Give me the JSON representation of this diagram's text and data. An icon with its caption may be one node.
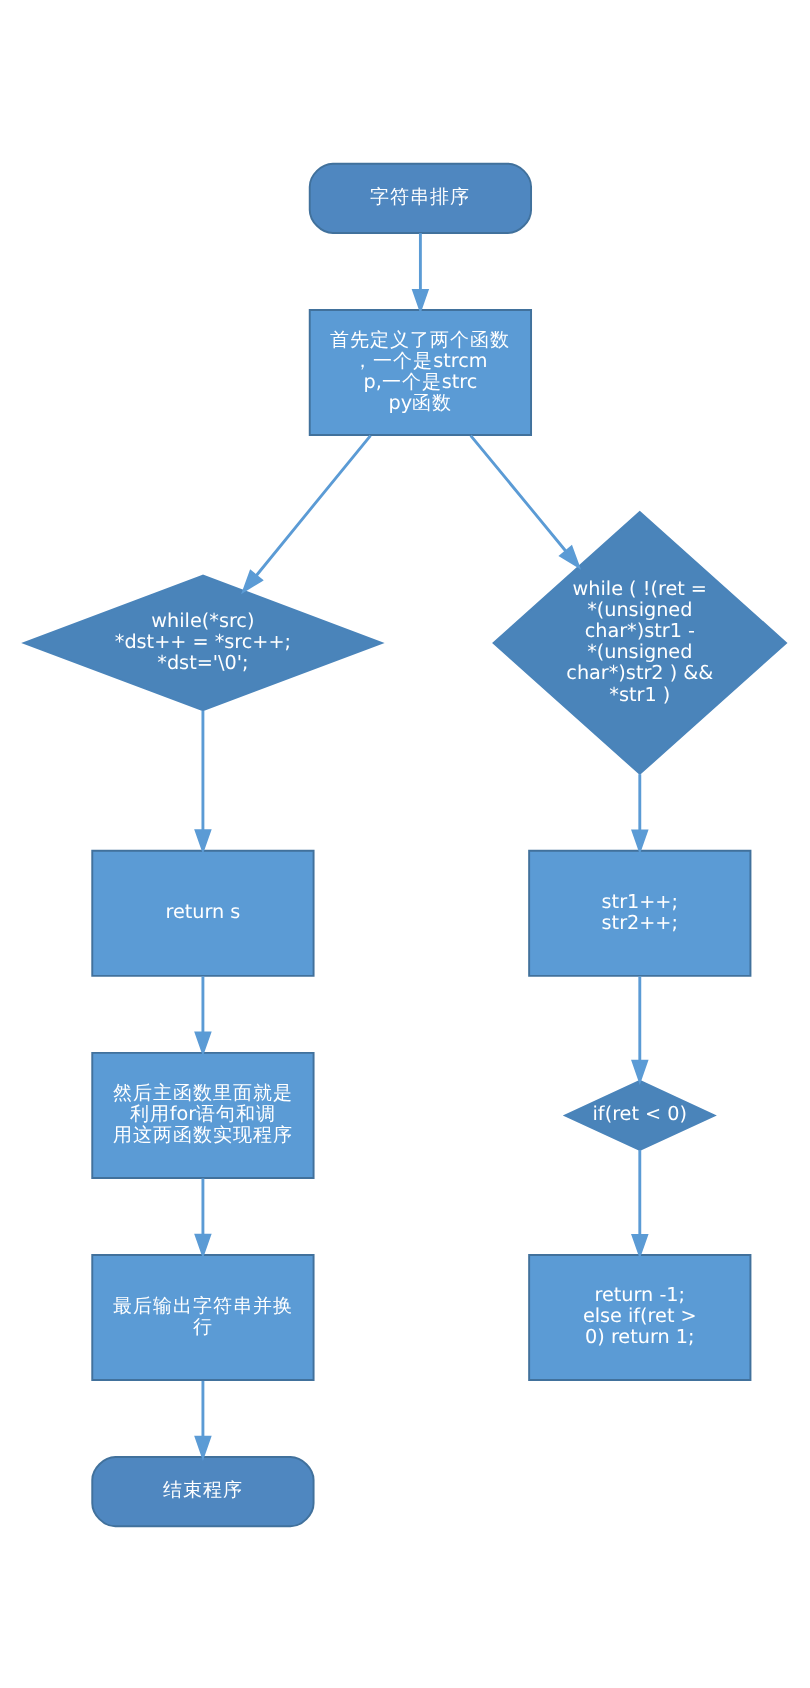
{
  "diagram": {
    "nodes": [
      {
        "text": [
          "字符串排序"
        ]
      },
      {
        "text": [
          "首先定义了两个函数，一个是strcmp,一个是strcpy函数"
        ]
      },
      {
        "text": [
          "while(*src) *dst++ = *src++; *dst='\\0';"
        ]
      },
      {
        "text": [
          "return s"
        ]
      },
      {
        "text": [
          "然后主函数里面就是利用for语句和调用这两函数实现程序"
        ]
      },
      {
        "text": [
          "最后输出字符串并换行"
        ]
      },
      {
        "text": [
          "结束程序"
        ]
      },
      {
        "text": [
          "while ( !(ret = *(unsigned char*)str1 - *(unsigned char*)str2 ) && *str1 )"
        ]
      },
      {
        "text": [
          "str1++; str2++;"
        ]
      },
      {
        "text": [
          "if(ret < 0)"
        ]
      },
      {
        "text": [
          "return -1; else if(ret > 0) return 1;"
        ]
      }
    ],
    "edges": [
      {
        "from": 0,
        "to": 1,
        "arrow": "to"
      },
      {
        "from": 1,
        "to": 2,
        "arrow": "to"
      },
      {
        "from": 2,
        "to": 3,
        "arrow": "to"
      },
      {
        "from": 3,
        "to": 4,
        "arrow": "to"
      },
      {
        "from": 4,
        "to": 5,
        "arrow": "to"
      },
      {
        "from": 5,
        "to": 6,
        "arrow": "to"
      },
      {
        "from": 1,
        "to": 7,
        "arrow": "to"
      },
      {
        "from": 7,
        "to": 8,
        "arrow": "to"
      },
      {
        "from": 8,
        "to": 9,
        "arrow": "to"
      },
      {
        "from": 9,
        "to": 10,
        "arrow": "to"
      }
    ]
  }
}
